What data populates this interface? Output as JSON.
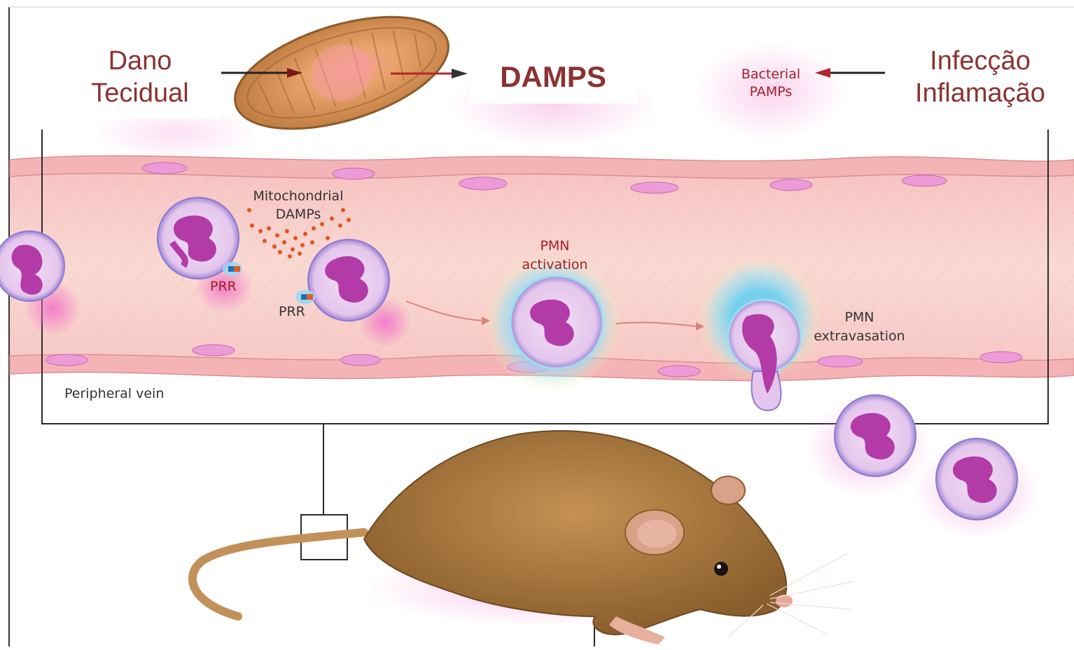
{
  "labels": {
    "dano_line1": "Dano",
    "dano_line2": "Tecidual",
    "damps": "DAMPS",
    "infeccao_line1": "Infecção",
    "infeccao_line2": "Inflamação",
    "bacterial_line1": "Bacterial",
    "bacterial_line2": "PAMPs",
    "mito_line1": "Mitochondrial",
    "mito_line2": "DAMPs",
    "prr": "PRR",
    "pmn_act_line1": "PMN",
    "pmn_act_line2": "activation",
    "pmn_ext_line1": "PMN",
    "pmn_ext_line2": "extravasation",
    "vein": "Peripheral vein"
  },
  "colors": {
    "title_text": "#8b3232",
    "vessel_wall": "#f3b8b9",
    "vessel_lumen": "#f8d0cc",
    "cell_body": "#e9d0ef",
    "nucleus": "#b43aa7",
    "mito": "#d18a4d",
    "rat_fur": "#a9793f"
  }
}
